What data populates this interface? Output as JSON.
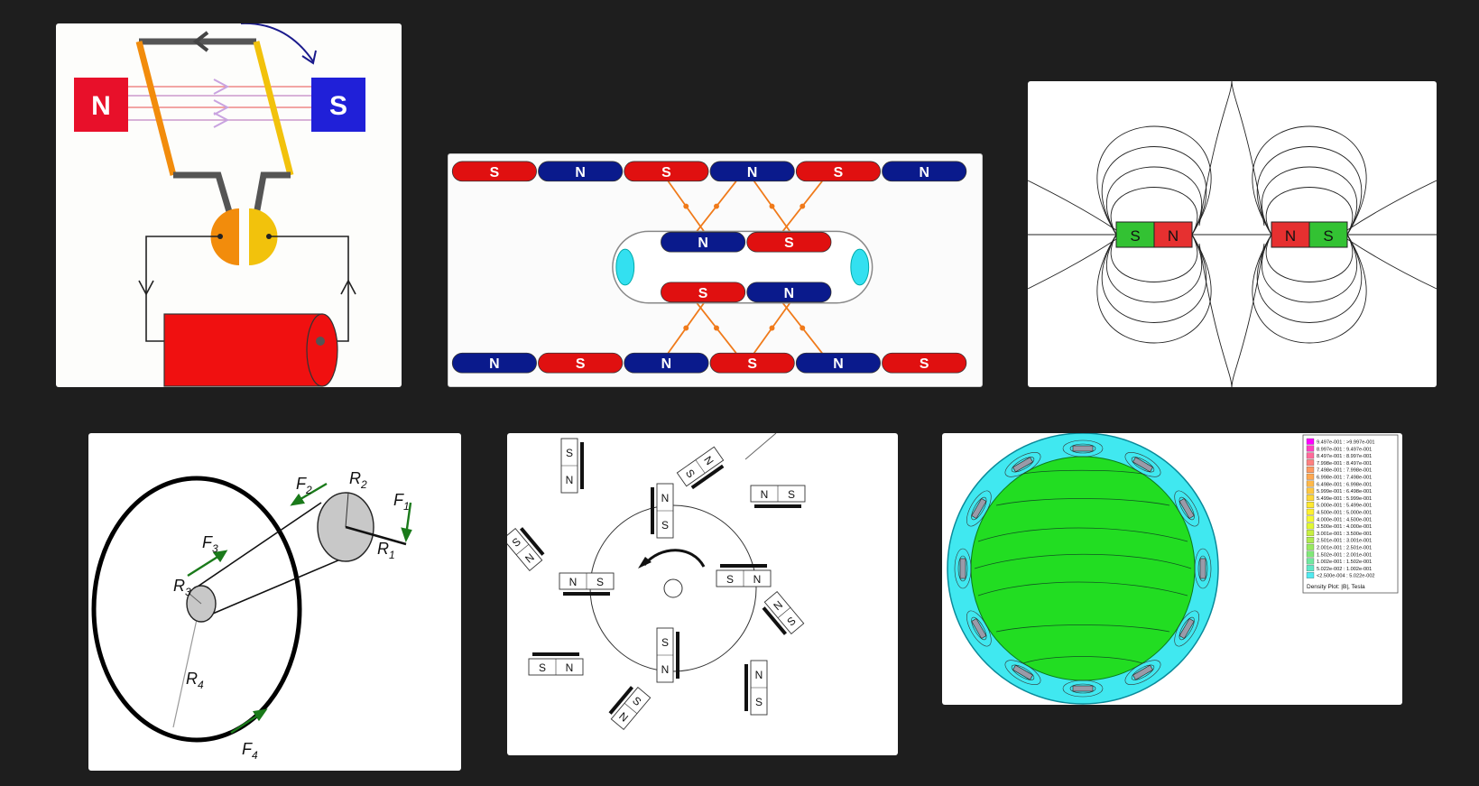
{
  "motor": {
    "pole_n": "N",
    "pole_s": "S"
  },
  "linear": {
    "top_row": [
      "S",
      "N",
      "S",
      "N",
      "S",
      "N"
    ],
    "mover_top": [
      "N",
      "S"
    ],
    "mover_bottom": [
      "S",
      "N"
    ],
    "bottom_row": [
      "N",
      "S",
      "N",
      "S",
      "N",
      "S"
    ],
    "colors": {
      "n": "#0a1a8c",
      "s": "#e01010",
      "arrow": "#f07a1a"
    }
  },
  "fields": {
    "left_magnet": [
      "S",
      "N"
    ],
    "right_magnet": [
      "N",
      "S"
    ],
    "colors": {
      "n": "#e63030",
      "s": "#33c233"
    }
  },
  "pulley": {
    "f1": "F",
    "f1_sub": "1",
    "f2": "F",
    "f2_sub": "2",
    "f3": "F",
    "f3_sub": "3",
    "f4": "F",
    "f4_sub": "4",
    "r1": "R",
    "r1_sub": "1",
    "r2": "R",
    "r2_sub": "2",
    "r3": "R",
    "r3_sub": "3",
    "r4": "R",
    "r4_sub": "4",
    "colors": {
      "force": "#1a7a1a"
    }
  },
  "rotor": {
    "m1": [
      "S",
      "N"
    ],
    "m2": [
      "N",
      "S"
    ],
    "m3": [
      "N",
      "S"
    ],
    "m4": [
      "N",
      "S"
    ],
    "m5": [
      "S",
      "N"
    ],
    "m6": [
      "N",
      "S"
    ],
    "m7": [
      "S",
      "N"
    ],
    "m8": [
      "N",
      "S"
    ],
    "m9": [
      "S",
      "N"
    ],
    "m10": [
      "S",
      "N"
    ],
    "m11": [
      "S",
      "N"
    ],
    "m12": [
      "N",
      "S"
    ]
  },
  "fem": {
    "legend": [
      "9.497e-001 : >9.997e-001",
      "8.997e-001 : 9.497e-001",
      "8.497e-001 : 8.997e-001",
      "7.998e-001 : 8.497e-001",
      "7.498e-001 : 7.998e-001",
      "6.998e-001 : 7.498e-001",
      "6.498e-001 : 6.998e-001",
      "5.999e-001 : 6.498e-001",
      "5.499e-001 : 5.999e-001",
      "5.000e-001 : 5.499e-001",
      "4.500e-001 : 5.000e-001",
      "4.000e-001 : 4.500e-001",
      "3.500e-001 : 4.000e-001",
      "3.001e-001 : 3.500e-001",
      "2.501e-001 : 3.001e-001",
      "2.001e-001 : 2.501e-001",
      "1.502e-001 : 2.001e-001",
      "1.002e-001 : 1.502e-001",
      "5.022e-002 : 1.002e-001",
      "<2.500e-004 : 5.022e-002"
    ],
    "legend_colors": [
      "#ff00ff",
      "#ff40c0",
      "#ff6a9a",
      "#ff8080",
      "#ff9a60",
      "#ffa850",
      "#ffb848",
      "#ffc840",
      "#ffd838",
      "#ffe830",
      "#fff030",
      "#f4f830",
      "#e0f830",
      "#c8f040",
      "#b0ec50",
      "#98ea60",
      "#80e878",
      "#70e8a0",
      "#60e8c8",
      "#50eaf0"
    ],
    "caption": "Density Plot: |B|, Tesla"
  }
}
